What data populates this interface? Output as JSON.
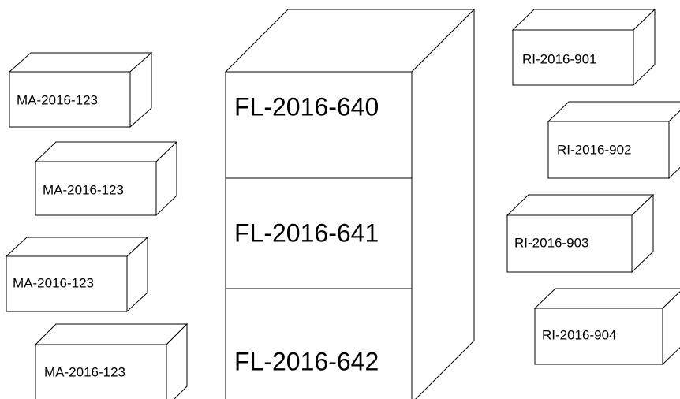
{
  "left_boxes": [
    {
      "label": "MA-2016-123"
    },
    {
      "label": "MA-2016-123"
    },
    {
      "label": "MA-2016-123"
    },
    {
      "label": "MA-2016-123"
    }
  ],
  "cabinet": {
    "drawers": [
      {
        "label": "FL-2016-640"
      },
      {
        "label": "FL-2016-641"
      },
      {
        "label": "FL-2016-642"
      }
    ]
  },
  "right_boxes": [
    {
      "label": "RI-2016-901"
    },
    {
      "label": "RI-2016-902"
    },
    {
      "label": "RI-2016-903"
    },
    {
      "label": "RI-2016-904"
    }
  ]
}
